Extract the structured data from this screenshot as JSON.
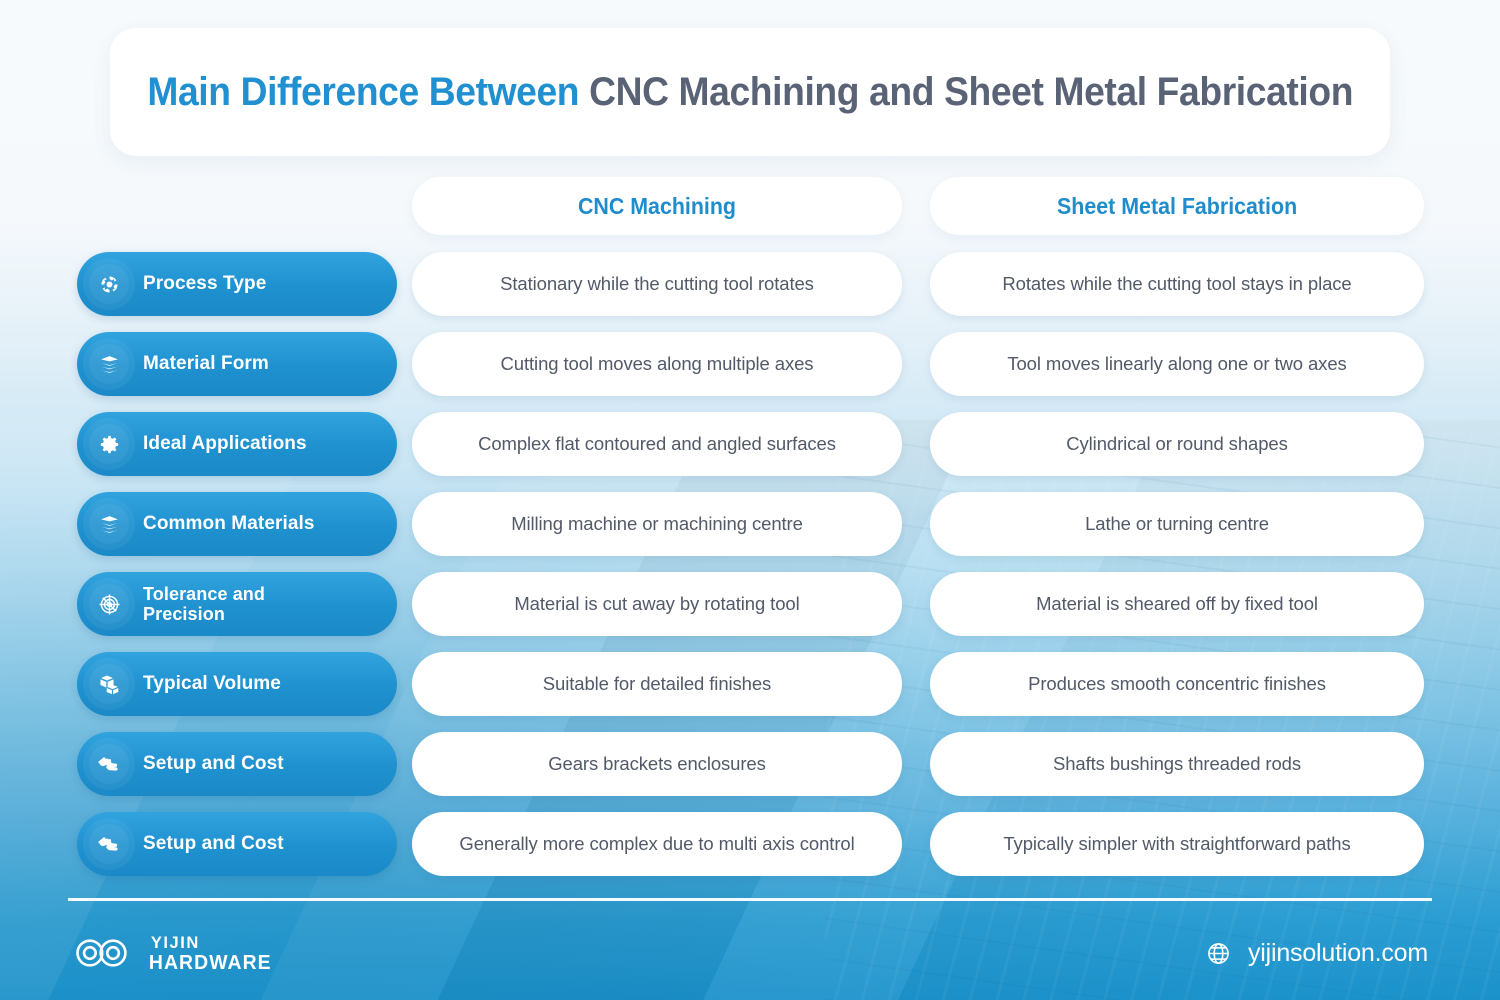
{
  "title": {
    "accent_part": "Main Difference Between",
    "rest_part": " CNC Machining and Sheet Metal Fabrication"
  },
  "columns": {
    "left_header": "CNC Machining",
    "right_header": "Sheet Metal Fabrication"
  },
  "rows": [
    {
      "icon": "recycle-arrows-icon",
      "label": "Process Type",
      "cnc": "Stationary while the cutting tool rotates",
      "sheet": "Rotates while the cutting tool stays in place"
    },
    {
      "icon": "stacked-layers-icon",
      "label": "Material Form",
      "cnc": "Cutting tool moves along multiple axes",
      "sheet": "Tool moves linearly along one or two axes"
    },
    {
      "icon": "gear-icon",
      "label": "Ideal Applications",
      "cnc": "Complex flat contoured and angled surfaces",
      "sheet": "Cylindrical or round shapes"
    },
    {
      "icon": "stacked-layers-icon",
      "label": "Common Materials",
      "cnc": "Milling machine or machining centre",
      "sheet": "Lathe or turning centre"
    },
    {
      "icon": "target-crosshair-icon",
      "label": "Tolerance and Precision",
      "cnc": "Material is cut away by rotating tool",
      "sheet": "Material is sheared off by fixed tool"
    },
    {
      "icon": "boxes-stack-icon",
      "label": "Typical Volume",
      "cnc": "Suitable for detailed finishes",
      "sheet": "Produces smooth concentric finishes"
    },
    {
      "icon": "hand-money-icon",
      "label": "Setup and Cost",
      "cnc": "Gears brackets enclosures",
      "sheet": "Shafts bushings threaded rods"
    },
    {
      "icon": "hand-money-icon",
      "label": "Setup and Cost",
      "cnc": "Generally more complex due to multi axis control",
      "sheet": "Typically simpler with straightforward paths"
    }
  ],
  "footer": {
    "brand_line1": "YIJIN",
    "brand_line2": "HARDWARE",
    "website": "yijinsolution.com",
    "globe_icon": "globe-icon",
    "logo_icon": "infinity-loop-logo"
  },
  "colors": {
    "accent_blue": "#2190d1",
    "title_dark": "#5a6275",
    "pill_blue": "#1f91cf",
    "header_blue": "#1f8ccc",
    "cell_text": "#525a68",
    "card_white": "#ffffff"
  }
}
